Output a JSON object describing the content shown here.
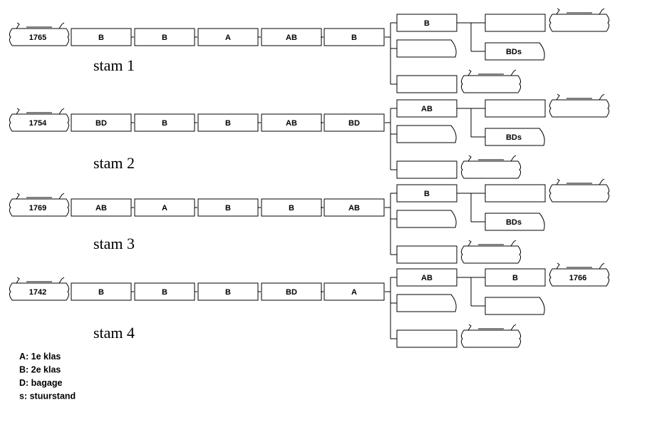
{
  "rows": [
    {
      "name": "stam 1",
      "loco": "1765",
      "cars": [
        "B",
        "B",
        "A",
        "AB",
        "B"
      ],
      "branch_top": "B",
      "branch_top_next": "",
      "branch_top_sub": "BDs",
      "top_end_label": ""
    },
    {
      "name": "stam 2",
      "loco": "1754",
      "cars": [
        "BD",
        "B",
        "B",
        "AB",
        "BD"
      ],
      "branch_top": "AB",
      "branch_top_next": "",
      "branch_top_sub": "BDs",
      "top_end_label": ""
    },
    {
      "name": "stam 3",
      "loco": "1769",
      "cars": [
        "AB",
        "A",
        "B",
        "B",
        "AB"
      ],
      "branch_top": "B",
      "branch_top_next": "",
      "branch_top_sub": "BDs",
      "top_end_label": ""
    },
    {
      "name": "stam 4",
      "loco": "1742",
      "cars": [
        "B",
        "B",
        "B",
        "BD",
        "A"
      ],
      "branch_top": "AB",
      "branch_top_next": "B",
      "branch_top_sub": "",
      "top_end_label": "1766"
    }
  ],
  "legend": [
    "A: 1e klas",
    "B: 2e klas",
    "D: bagage",
    "s: stuurstand"
  ]
}
